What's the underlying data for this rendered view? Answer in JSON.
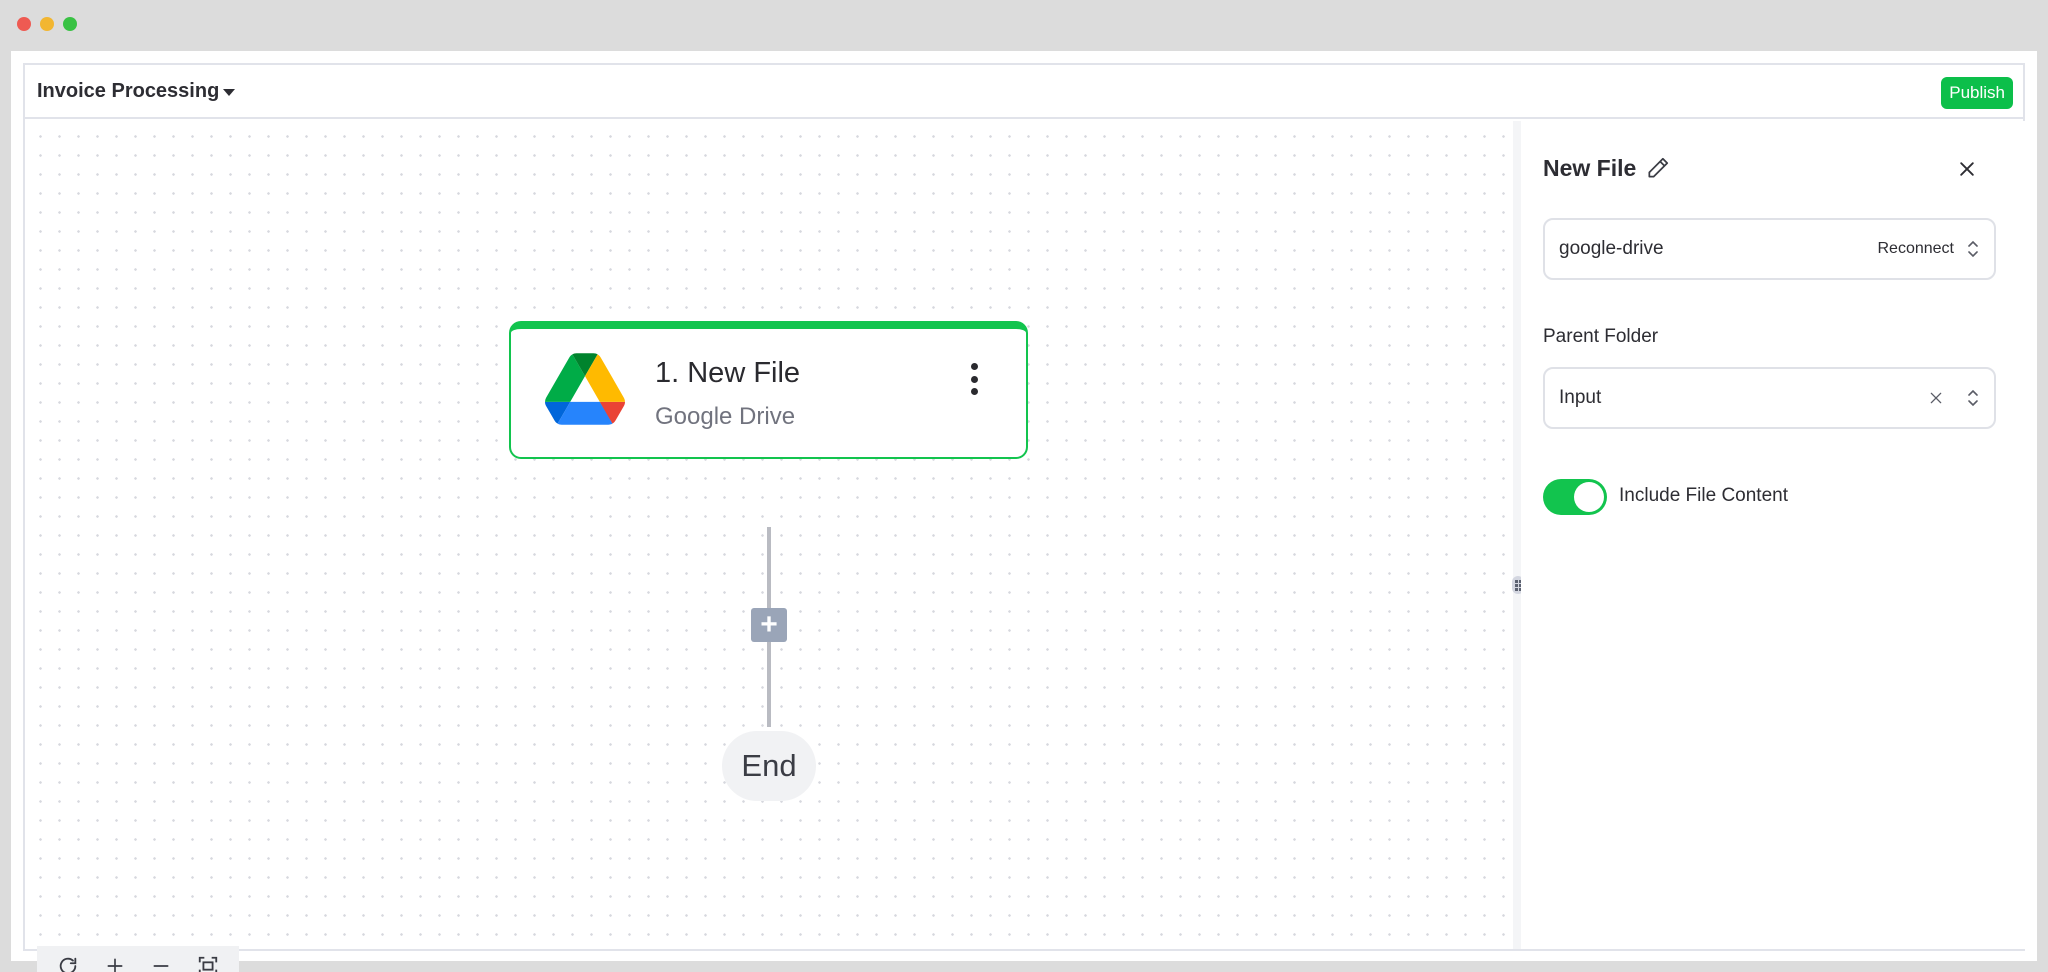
{
  "window": {
    "traffic_lights": [
      "close",
      "minimize",
      "maximize"
    ]
  },
  "header": {
    "flow_name": "Invoice Processing",
    "publish_label": "Publish"
  },
  "canvas": {
    "step": {
      "title": "1. New File",
      "app_name": "Google Drive",
      "icon": "google-drive-logo",
      "accent": "#12c44e"
    },
    "add_step_label": "+",
    "end_label": "End",
    "controls": [
      {
        "name": "reset-view",
        "icon": "refresh-icon"
      },
      {
        "name": "zoom-in",
        "icon": "plus-icon"
      },
      {
        "name": "zoom-out",
        "icon": "minus-icon"
      },
      {
        "name": "fit-view",
        "icon": "fit-screen-icon"
      }
    ]
  },
  "panel": {
    "title": "New File",
    "connection": {
      "value": "google-drive",
      "action_label": "Reconnect"
    },
    "parent_folder": {
      "label": "Parent Folder",
      "value": "Input"
    },
    "include_file_content": {
      "label": "Include File Content",
      "enabled": true
    }
  },
  "colors": {
    "primary": "#0cbf4a",
    "connector": "#b9bbc2",
    "add_button": "#9aa5b8"
  }
}
